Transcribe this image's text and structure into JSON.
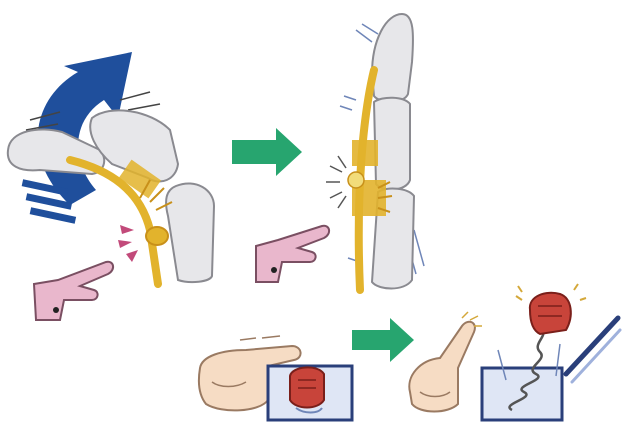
{
  "figure": {
    "caption": "",
    "colors": {
      "background": "#ffffff",
      "bone": "#e7e7ea",
      "bone_outline": "#8a8a90",
      "tendon": "#e2b32c",
      "tendon_dark": "#c8901a",
      "arrow_blue": "#1f4f9c",
      "arrow_green": "#27a56f",
      "hand_pink": "#e9b7cc",
      "skin": "#f6dcc4",
      "fist_red": "#c8443a",
      "frame_blue": "#2a3f7a",
      "pain_mark": "#c24a7a"
    },
    "panels": [
      {
        "id": "bent-finger-joint",
        "icon": "finger-bent-anatomy"
      },
      {
        "id": "released-finger-joint",
        "icon": "finger-straight-anatomy"
      },
      {
        "id": "finger-pressing-box",
        "icon": "finger-lever-fist"
      },
      {
        "id": "finger-released-spring",
        "icon": "finger-spring-fist"
      }
    ]
  }
}
